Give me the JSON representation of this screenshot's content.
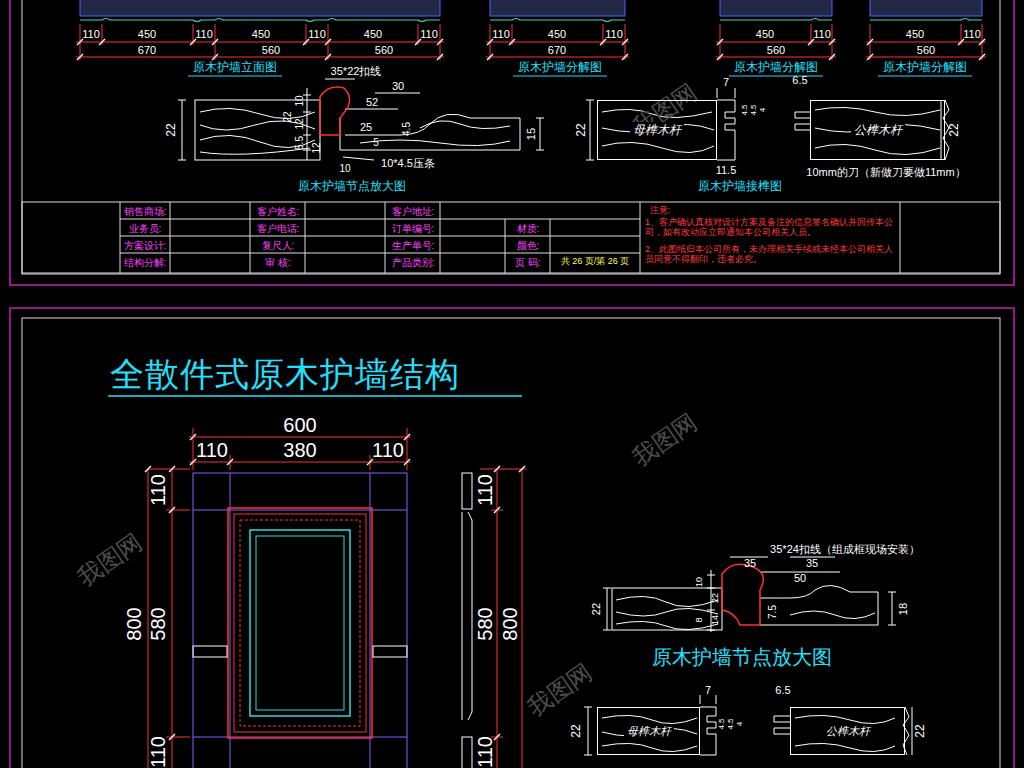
{
  "diagram": {
    "title": "全散件式原木护墙结构",
    "nodes": [
      {
        "text": [
          "母榫木杆"
        ]
      },
      {
        "text": [
          "公榫木杆"
        ]
      },
      {
        "text": [
          "母榫木杆"
        ]
      },
      {
        "text": [
          "公榫木杆"
        ]
      }
    ],
    "labels": [
      "110",
      "450",
      "110",
      "450",
      "110",
      "450",
      "110",
      "670",
      "560",
      "560",
      "原木护墙立面图",
      "110",
      "450",
      "110",
      "670",
      "原木护墙分解图",
      "450",
      "110",
      "560",
      "原木护墙分解图",
      "450",
      "110",
      "560",
      "原木护墙分解图",
      "35*22扣线",
      "30",
      "52",
      "10",
      "12",
      "22",
      "22",
      "5.5",
      "12",
      "25",
      "5",
      "4.5",
      "15",
      "10",
      "10*4.5压条",
      "原木护墙节点放大图",
      "7",
      "22",
      "4.5",
      "4.5",
      "4",
      "11.5",
      "6.5",
      "22",
      "原木护墙接榫图",
      "10mm的刀（新做刀要做11mm）",
      "销售商场:",
      "客户姓名:",
      "客户地址:",
      "业务员:",
      "客户电话:",
      "订单编号:",
      "材质:",
      "方案设计:",
      "复尺人:",
      "生产单号:",
      "颜色:",
      "结构分解:",
      "审 核:",
      "产品类别:",
      "页 码:",
      "共 26 页/第 26 页",
      "注意:",
      "1、客户确认真核对设计方案及备注的信息签名确认并回传本公司，如有改动应立即通知本公司相关人员。",
      "2、此图纸归本公司所有，未办理相关手续或未经本公司相关人员同意不得翻印，违者必究。",
      "600",
      "110",
      "380",
      "110",
      "110",
      "580",
      "800",
      "110",
      "110",
      "580",
      "800",
      "110",
      "35*24扣线（组成框现场安装）",
      "35",
      "35",
      "50",
      "22",
      "10",
      "22",
      "8",
      "14",
      "7.5",
      "18",
      "原木护墙节点放大图",
      "7",
      "22",
      "4.5",
      "4.5",
      "4",
      "6.5",
      "22",
      "我图网",
      "我图网",
      "我图网",
      "我图网"
    ]
  }
}
